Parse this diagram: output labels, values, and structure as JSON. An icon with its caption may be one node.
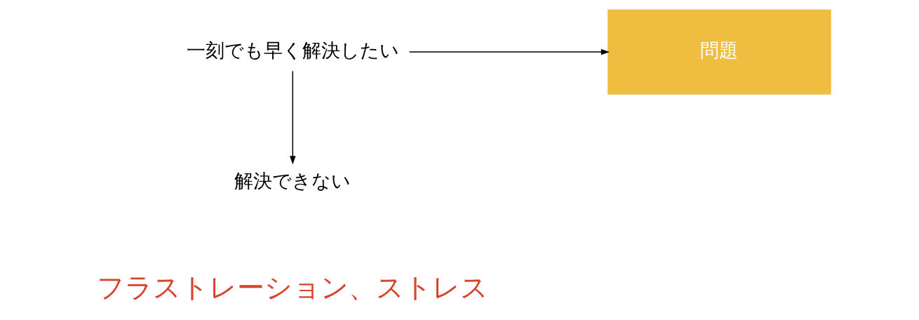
{
  "diagram": {
    "nodes": [
      {
        "text": [
          "問題"
        ]
      },
      {
        "text": [
          "一刻でも早く解決したい"
        ]
      },
      {
        "text": [
          "解決できない"
        ]
      }
    ],
    "edges": [
      {
        "from": 1,
        "to": 0,
        "arrow": "to"
      },
      {
        "from": 1,
        "to": 2,
        "arrow": "to"
      }
    ],
    "labels": [
      "フラストレーション、ストレス"
    ]
  }
}
